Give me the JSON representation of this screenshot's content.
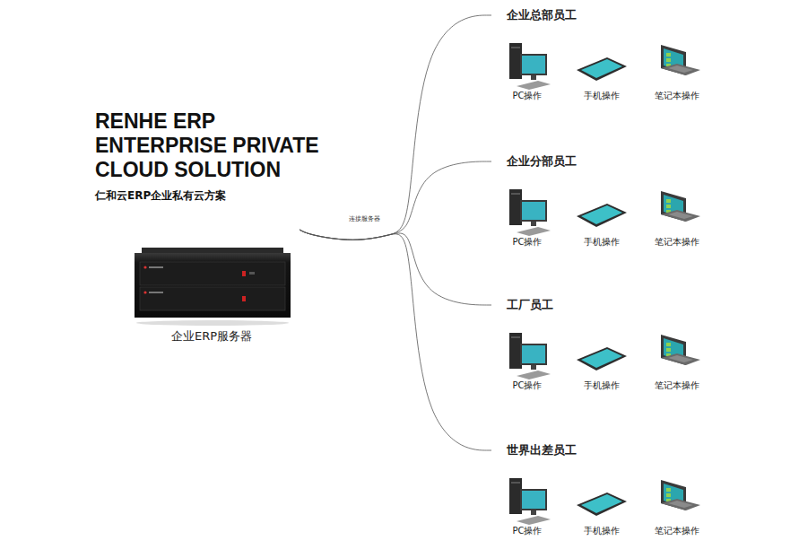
{
  "diagram": {
    "title": "RENHE ERP ENTERPRISE PRIVATE CLOUD SOLUTION",
    "nodes": [
      {
        "text": [
          "企业ERP服务器"
        ]
      },
      {
        "text": [
          "企业总部员工"
        ]
      },
      {
        "text": [
          "PC操作"
        ],
        "in": 1
      },
      {
        "text": [
          "手机操作"
        ],
        "in": 1
      },
      {
        "text": [
          "笔记本操作"
        ],
        "in": 1
      },
      {
        "text": [
          "企业分部员工"
        ]
      },
      {
        "text": [
          "PC操作"
        ],
        "in": 5
      },
      {
        "text": [
          "手机操作"
        ],
        "in": 5
      },
      {
        "text": [
          "笔记本操作"
        ],
        "in": 5
      },
      {
        "text": [
          "工厂员工"
        ]
      },
      {
        "text": [
          "PC操作"
        ],
        "in": 9
      },
      {
        "text": [
          "手机操作"
        ],
        "in": 9
      },
      {
        "text": [
          "笔记本操作"
        ],
        "in": 9
      },
      {
        "text": [
          "世界出差员工"
        ]
      },
      {
        "text": [
          "PC操作"
        ],
        "in": 13
      },
      {
        "text": [
          "手机操作"
        ],
        "in": 13
      },
      {
        "text": [
          "笔记本操作"
        ],
        "in": 13
      }
    ],
    "edges": [
      {
        "from": 0,
        "to": 1,
        "arrow": "none"
      },
      {
        "from": 0,
        "to": 5,
        "arrow": "none"
      },
      {
        "from": 0,
        "to": 9,
        "arrow": "none"
      },
      {
        "from": 0,
        "to": 13,
        "arrow": "none"
      }
    ],
    "labels": [
      "仁和云ERP企业私有云方案",
      "连接服务器"
    ]
  }
}
